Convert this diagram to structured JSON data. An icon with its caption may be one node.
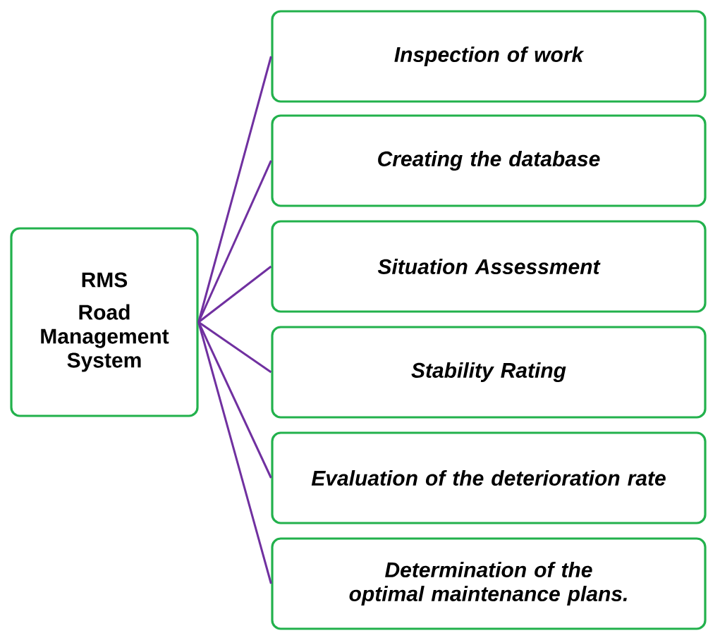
{
  "diagram": {
    "nodes": [
      {
        "text": [
          "RMS",
          "Road Management System"
        ]
      },
      {
        "text": [
          "Inspection of work"
        ]
      },
      {
        "text": [
          "Creating the database"
        ]
      },
      {
        "text": [
          "Situation Assessment"
        ]
      },
      {
        "text": [
          "Stability Rating"
        ]
      },
      {
        "text": [
          "Evaluation of the deterioration rate"
        ]
      },
      {
        "text": [
          "Determination of the optimal maintenance plans."
        ]
      }
    ],
    "edges": [
      {
        "from": 0,
        "to": 1,
        "arrow": "none"
      },
      {
        "from": 0,
        "to": 2,
        "arrow": "none"
      },
      {
        "from": 0,
        "to": 3,
        "arrow": "none"
      },
      {
        "from": 0,
        "to": 4,
        "arrow": "none"
      },
      {
        "from": 0,
        "to": 5,
        "arrow": "none"
      },
      {
        "from": 0,
        "to": 6,
        "arrow": "none"
      }
    ]
  }
}
